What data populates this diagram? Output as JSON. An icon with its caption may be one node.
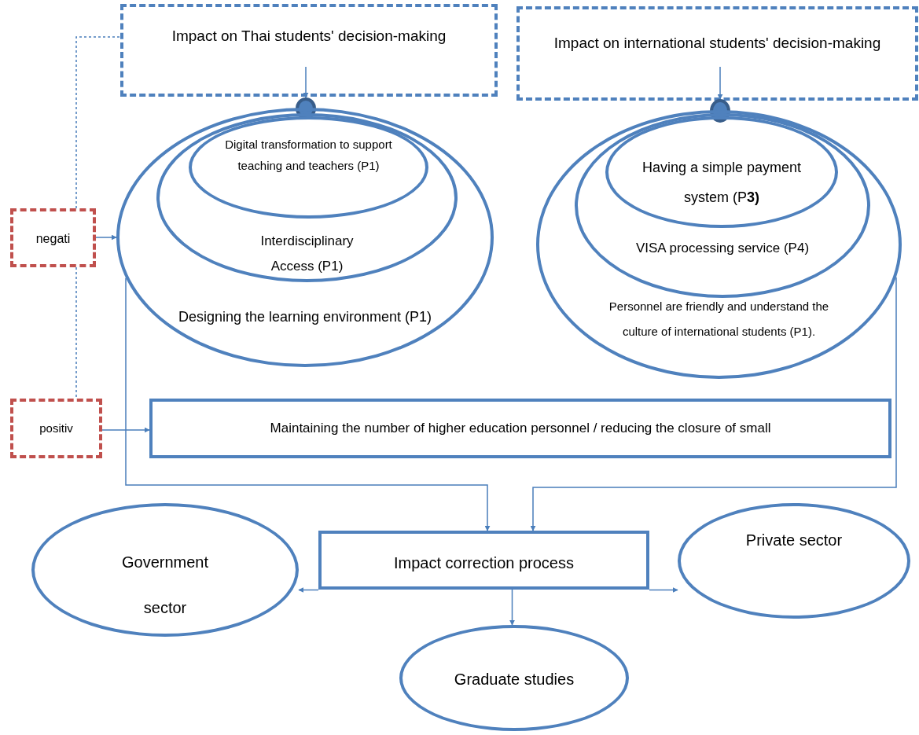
{
  "diagram": {
    "nodes": [
      {
        "text": [
          "Impact on Thai students' decision-making"
        ]
      },
      {
        "text": [
          "Impact on international students' decision-making"
        ]
      },
      {
        "text": [],
        "shape": "circle"
      },
      {
        "text": [
          "Designing the learning environment (P1)"
        ]
      },
      {
        "text": [
          "Interdisciplinary Access (P1)"
        ],
        "in": 3
      },
      {
        "text": [
          "Digital transformation to support teaching and teachers (P1)"
        ],
        "in": 4
      },
      {
        "text": [],
        "shape": "circle"
      },
      {
        "text": [
          "Personnel are friendly and understand the culture of international students (P1)."
        ]
      },
      {
        "text": [
          "VISA processing service (P4)"
        ],
        "in": 7
      },
      {
        "text": [
          "Having a simple payment system (P**3)**"
        ],
        "in": 8
      },
      {
        "text": [
          "negati"
        ]
      },
      {
        "text": [
          "positiv"
        ]
      },
      {
        "text": [
          "Maintaining the number of higher education personnel / reducing the closure of small"
        ]
      },
      {
        "text": [
          "Impact correction process"
        ]
      },
      {
        "text": [
          "Government sector"
        ]
      },
      {
        "text": [
          "Private sector"
        ]
      },
      {
        "text": [
          "Graduate studies"
        ]
      }
    ],
    "edges": [
      {
        "from": 0,
        "to": 2,
        "arrow": "to"
      },
      {
        "from": 1,
        "to": 6,
        "arrow": "to"
      },
      {
        "from": 10,
        "to": 3,
        "arrow": "to"
      },
      {
        "from": 11,
        "to": 12,
        "arrow": "to"
      },
      {
        "from": 3,
        "to": 13,
        "arrow": "to"
      },
      {
        "from": 7,
        "to": 13,
        "arrow": "to"
      },
      {
        "from": 13,
        "to": 14,
        "arrow": "to"
      },
      {
        "from": 13,
        "to": 15,
        "arrow": "to"
      },
      {
        "from": 13,
        "to": 16,
        "arrow": "to"
      },
      {
        "from": 10,
        "to": 0,
        "arrow": "none",
        "style": "dashed"
      },
      {
        "from": 10,
        "to": 11,
        "arrow": "none",
        "style": "dashed"
      }
    ]
  }
}
